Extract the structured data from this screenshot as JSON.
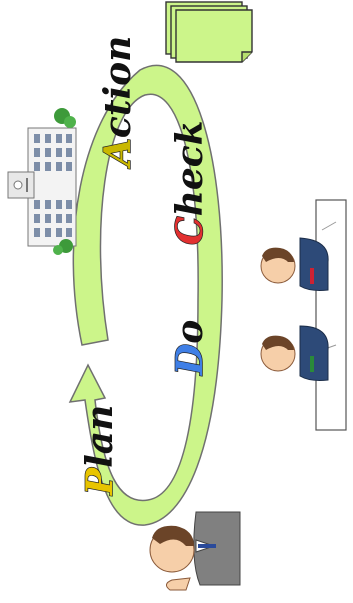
{
  "diagram": {
    "stages": [
      {
        "key": "plan",
        "label": "Plan",
        "initial": "P",
        "initial_color": "#e8c400"
      },
      {
        "key": "do",
        "label": "Do",
        "initial": "D",
        "initial_color": "#3f7fe6"
      },
      {
        "key": "check",
        "label": "Check",
        "initial": "C",
        "initial_color": "#e23030"
      },
      {
        "key": "action",
        "label": "Action",
        "initial": "A",
        "initial_color": "#c9b800"
      }
    ],
    "arrow_fill": "#ccf58a",
    "arrow_outline": "#707070",
    "text_color": "#111111"
  },
  "illustrations": [
    {
      "name": "documents-icon"
    },
    {
      "name": "building-icon"
    },
    {
      "name": "meeting-people-icon"
    },
    {
      "name": "presenter-icon"
    }
  ]
}
